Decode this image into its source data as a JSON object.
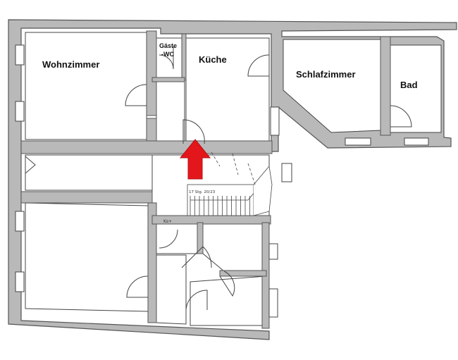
{
  "colors": {
    "wall_fill": "#b9b9b9",
    "wall_stroke": "#555555",
    "floor": "#ffffff",
    "arrow": "#e3161c",
    "line": "#444444"
  },
  "rooms": {
    "wohnzimmer": "Wohnzimmer",
    "gaeste_wc_line1": "Gäste",
    "gaeste_wc_line2": "-WC",
    "kueche": "Küche",
    "schlafzimmer": "Schlafzimmer",
    "bad": "Bad"
  },
  "stair_labels": {
    "step_count": "17 Stg. 20/23",
    "landing": "Ks+"
  },
  "marker": {
    "icon": "red-arrow-up-icon",
    "direction": "up"
  }
}
